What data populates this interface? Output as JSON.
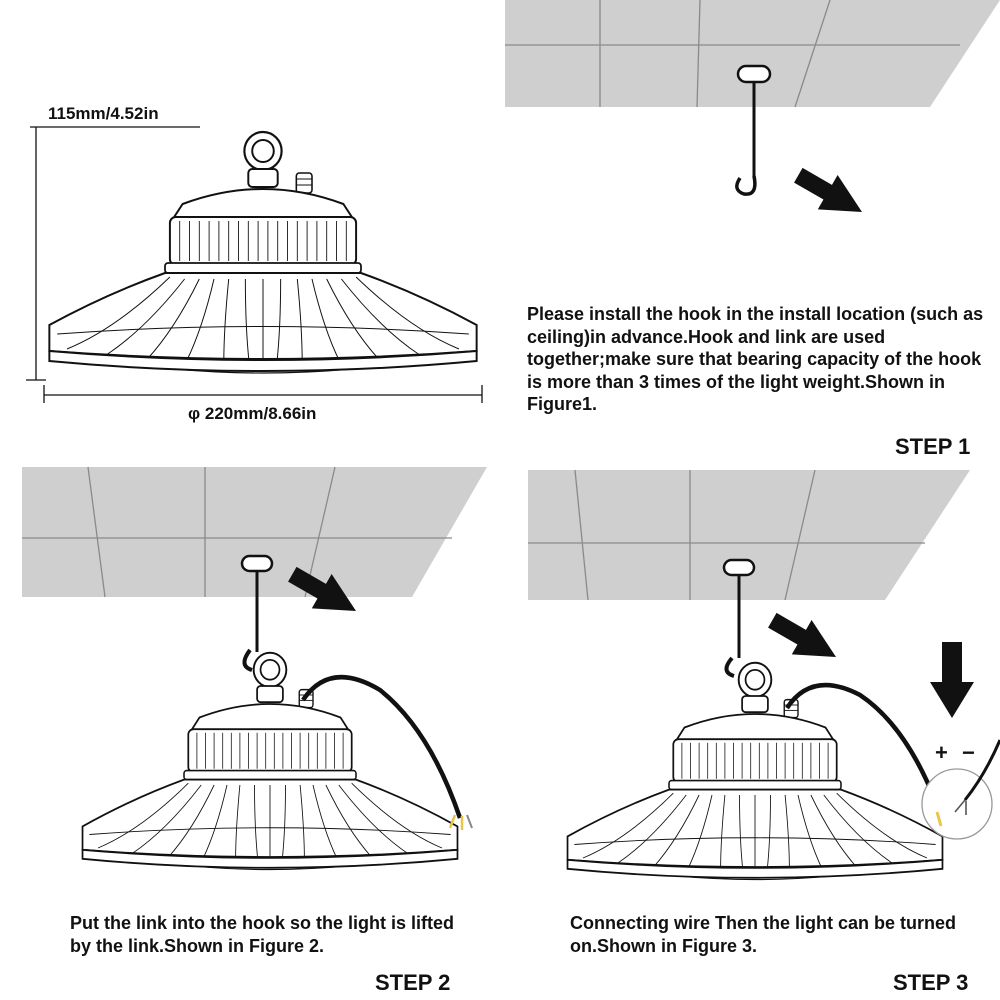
{
  "dimensions": {
    "height_label": "115mm/4.52in",
    "diameter_label": "φ 220mm/8.66in"
  },
  "steps": [
    {
      "label": "STEP 1",
      "description": "Please install the hook in the install location (such as ceiling)in advance.Hook and link are used together;make sure that bearing capacity of the hook is more than 3 times of the light weight.Shown in Figure1."
    },
    {
      "label": "STEP 2",
      "description": "Put the link into the hook so the light is lifted by the link.Shown in Figure 2."
    },
    {
      "label": "STEP 3",
      "description": "Connecting wire Then the light can be turned on.Shown in Figure 3."
    }
  ],
  "polarity": {
    "plus": "+",
    "minus": "−"
  },
  "colors": {
    "ceiling": "#cfcfcf",
    "ceiling_line": "#8a8a8a",
    "outline": "#111111",
    "wire_yellow": "#e8c64a"
  },
  "icons": [
    "arrow-icon",
    "hook-icon",
    "ceiling-icon",
    "ufo-light-icon",
    "power-cable-icon",
    "wire-closeup-icon"
  ]
}
